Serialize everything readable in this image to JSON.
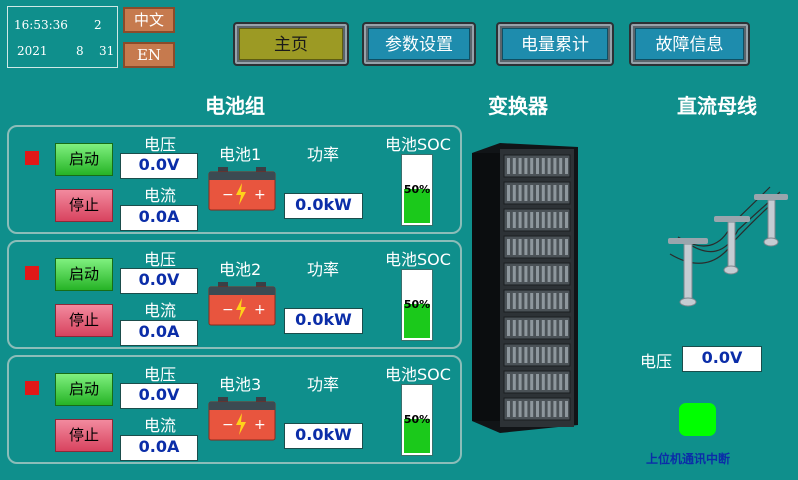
{
  "clock": {
    "time": "16:53:36",
    "weekday": "2",
    "year": "2021",
    "month": "8",
    "day": "31"
  },
  "lang": {
    "zh": "中文",
    "en": "EN"
  },
  "nav": {
    "home": "主页",
    "params": "参数设置",
    "energy": "电量累计",
    "faults": "故障信息"
  },
  "sections": {
    "battery_group": "电池组",
    "converter": "变换器",
    "dc_bus": "直流母线"
  },
  "batteries": [
    {
      "name": "电池1",
      "voltage_label": "电压",
      "voltage": "0.0V",
      "current_label": "电流",
      "current": "0.0A",
      "power_label": "功率",
      "power": "0.0kW",
      "soc_label": "电池SOC",
      "soc": "50%",
      "soc_value": 0.5,
      "start": "启动",
      "stop": "停止"
    },
    {
      "name": "电池2",
      "voltage_label": "电压",
      "voltage": "0.0V",
      "current_label": "电流",
      "current": "0.0A",
      "power_label": "功率",
      "power": "0.0kW",
      "soc_label": "电池SOC",
      "soc": "50%",
      "soc_value": 0.5,
      "start": "启动",
      "stop": "停止"
    },
    {
      "name": "电池3",
      "voltage_label": "电压",
      "voltage": "0.0V",
      "current_label": "电流",
      "current": "0.0A",
      "power_label": "功率",
      "power": "0.0kW",
      "soc_label": "电池SOC",
      "soc": "50%",
      "soc_value": 0.5,
      "start": "启动",
      "stop": "停止"
    }
  ],
  "bus": {
    "voltage_label": "电压",
    "voltage": "0.0V"
  },
  "status": {
    "comm_label": "上位机通讯中断",
    "comm_color": "#00ff00",
    "led_color": "#e01818"
  },
  "colors": {
    "background": "#0f8f8c",
    "value_text": "#0b2da8"
  }
}
